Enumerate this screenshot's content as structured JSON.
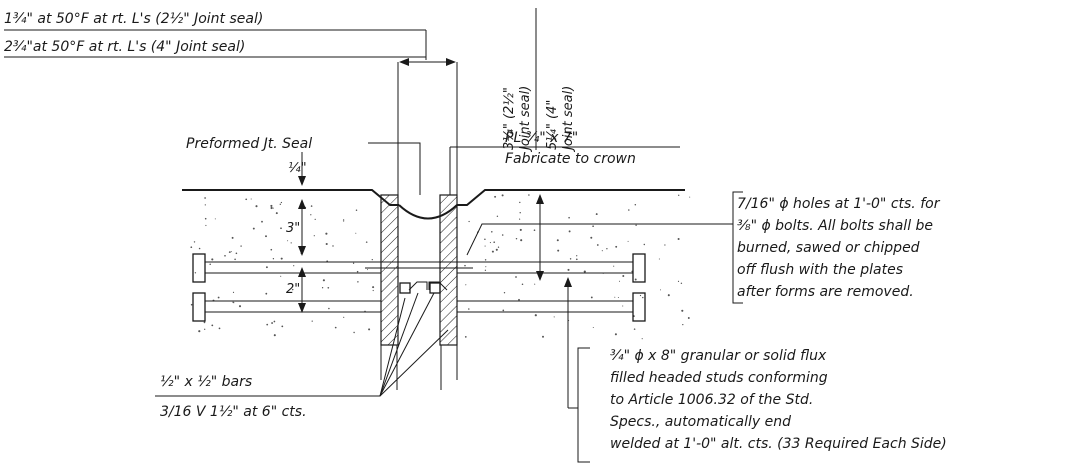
{
  "labels": {
    "top_line1": "1¾\" at 50°F at rt. L's (2½\" Joint seal)",
    "top_line2": "2¾\"at 50°F at rt. L's (4\" Joint seal)",
    "vert_dim1_a": "3¼\" (2½\"",
    "vert_dim1_b": "Joint seal)",
    "vert_dim2_a": "5¼\" (4\"",
    "vert_dim2_b": "Joint seal)",
    "preformed_seal": "Preformed Jt. Seal",
    "plate_label": "PL ¾\" x 7\"",
    "fabricate": "Fabricate to crown",
    "dim_quarter": "¼\"",
    "dim_three": "3\"",
    "dim_two": "2\"",
    "bars_label": "½\" x ½\" bars",
    "weld_label": "3/16 V 1½\" at 6\" cts.",
    "holes_note": [
      "7/16\" ϕ holes at 1'-0\" cts. for",
      "⅜\" ϕ bolts.  All bolts shall be",
      "burned, sawed or chipped",
      "off flush with the plates",
      "after forms are removed."
    ],
    "studs_note": [
      "¾\" ϕ x 8\" granular or solid flux",
      "filled headed studs conforming",
      "to Article 1006.32 of the Std.",
      "Specs., automatically end",
      "welded at 1'-0\" alt. cts. (33 Required Each Side)"
    ]
  },
  "colors": {
    "ink": "#1a1a1a",
    "paper": "#ffffff"
  }
}
